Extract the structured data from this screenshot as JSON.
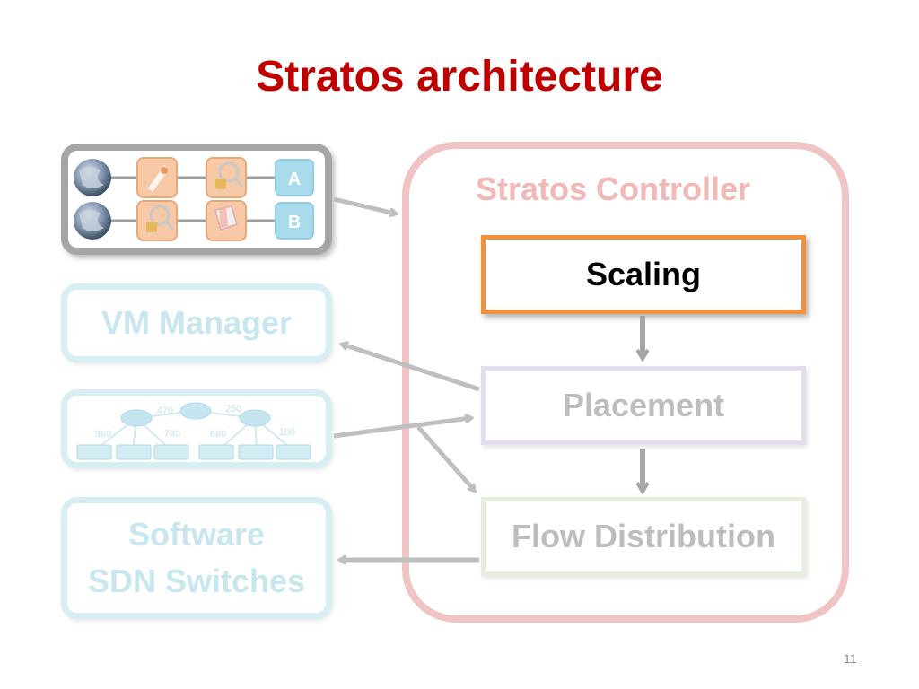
{
  "title": "Stratos architecture",
  "chain": {
    "rows": [
      {
        "label": "A",
        "icons": [
          "globe-icon",
          "rocket-icon",
          "lock-search-icon"
        ]
      },
      {
        "label": "B",
        "icons": [
          "globe-icon",
          "lock-search-icon",
          "cache-icon"
        ]
      }
    ]
  },
  "vm_manager": {
    "label": "VM Manager"
  },
  "network": {
    "link_labels": [
      "470",
      "250",
      "360",
      "730",
      "680",
      "100"
    ]
  },
  "sdn": {
    "line1": "Software",
    "line2": "SDN Switches"
  },
  "controller": {
    "label": "Stratos Controller",
    "modules": {
      "scaling": "Scaling",
      "placement": "Placement",
      "flow_distribution": "Flow Distribution"
    }
  },
  "page_number": "11",
  "colors": {
    "title": "#c00000",
    "controller_border": "#f0c4c4",
    "scaling_border": "#f0913f",
    "placement_border": "#e3dcef",
    "flow_border": "#e6eedd",
    "faded_cyan": "#d7eef3",
    "arrow": "#bfbfbf"
  }
}
